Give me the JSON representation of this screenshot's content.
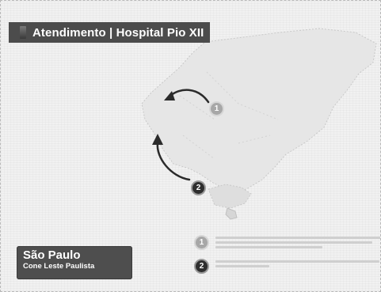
{
  "header": {
    "title": "Atendimento | Hospital Pio XII"
  },
  "region_label": {
    "city": "São Paulo",
    "region": "Cone Leste Paulista"
  },
  "markers": [
    {
      "label": "1"
    },
    {
      "label": "2"
    }
  ],
  "legend": [
    {
      "marker": "1"
    },
    {
      "marker": "2"
    }
  ],
  "colors": {
    "title_bar": "#4c4c4c",
    "map_fill": "#e6e6e6",
    "map_stroke": "#c8c8c8",
    "arrow": "#2b2b2b",
    "marker_1": "#a7a7a7",
    "marker_2": "#2e2e2e"
  },
  "icons": {
    "arrows": "curved-arrow-icon"
  }
}
